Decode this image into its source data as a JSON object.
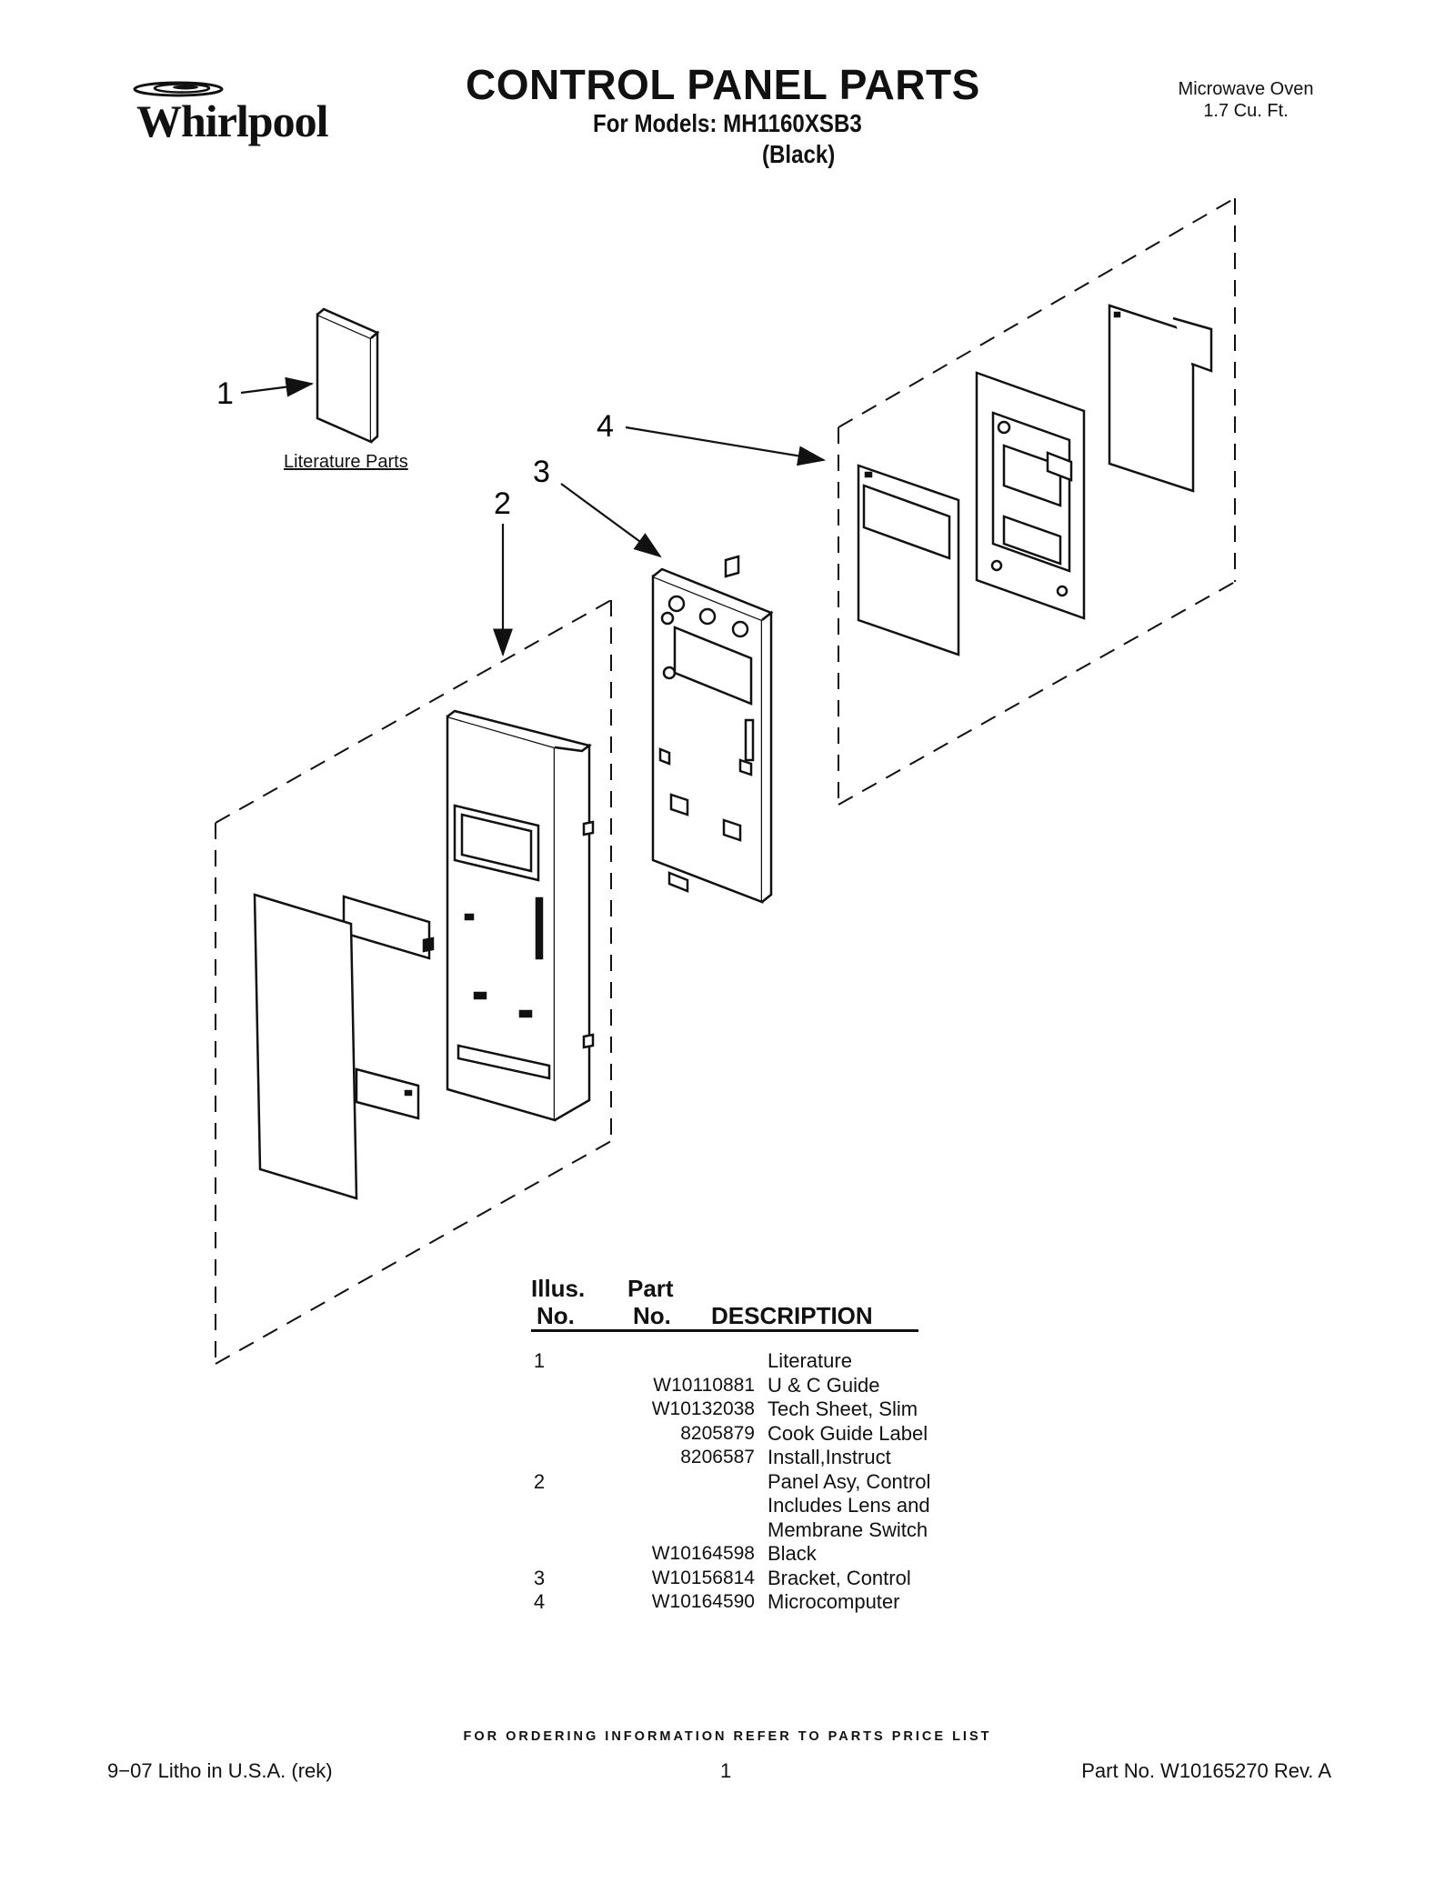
{
  "header": {
    "brand": "Whirlpool",
    "title": "CONTROL PANEL PARTS",
    "models": "For Models: MH1160XSB3",
    "color": "(Black)",
    "product_line1": "Microwave Oven",
    "product_line2": "1.7 Cu. Ft."
  },
  "diagram": {
    "callouts": [
      "1",
      "2",
      "3",
      "4"
    ],
    "literature_label": "Literature Parts"
  },
  "parts_table": {
    "headers": {
      "illus_line1": "Illus.",
      "illus_line2": "No.",
      "part_line1": "Part",
      "part_line2": "No.",
      "description": "DESCRIPTION"
    },
    "rows": [
      {
        "illus": "1",
        "part": "",
        "desc": "Literature"
      },
      {
        "illus": "",
        "part": "W10110881",
        "desc": "U & C Guide"
      },
      {
        "illus": "",
        "part": "W10132038",
        "desc": "Tech Sheet, Slim"
      },
      {
        "illus": "",
        "part": "8205879",
        "desc": "Cook Guide Label"
      },
      {
        "illus": "",
        "part": "8206587",
        "desc": "Install,Instruct"
      },
      {
        "illus": "2",
        "part": "",
        "desc": "Panel Asy, Control"
      },
      {
        "illus": "",
        "part": "",
        "desc": "Includes Lens and"
      },
      {
        "illus": "",
        "part": "",
        "desc": "Membrane Switch"
      },
      {
        "illus": "",
        "part": "W10164598",
        "desc": "Black"
      },
      {
        "illus": "3",
        "part": "W10156814",
        "desc": "Bracket, Control"
      },
      {
        "illus": "4",
        "part": "W10164590",
        "desc": "Microcomputer"
      }
    ]
  },
  "footer": {
    "ordering_note": "FOR ORDERING INFORMATION REFER TO PARTS PRICE LIST",
    "litho": "9−07 Litho in U.S.A. (rek)",
    "page": "1",
    "part_no": "Part No. W10165270 Rev. A"
  }
}
